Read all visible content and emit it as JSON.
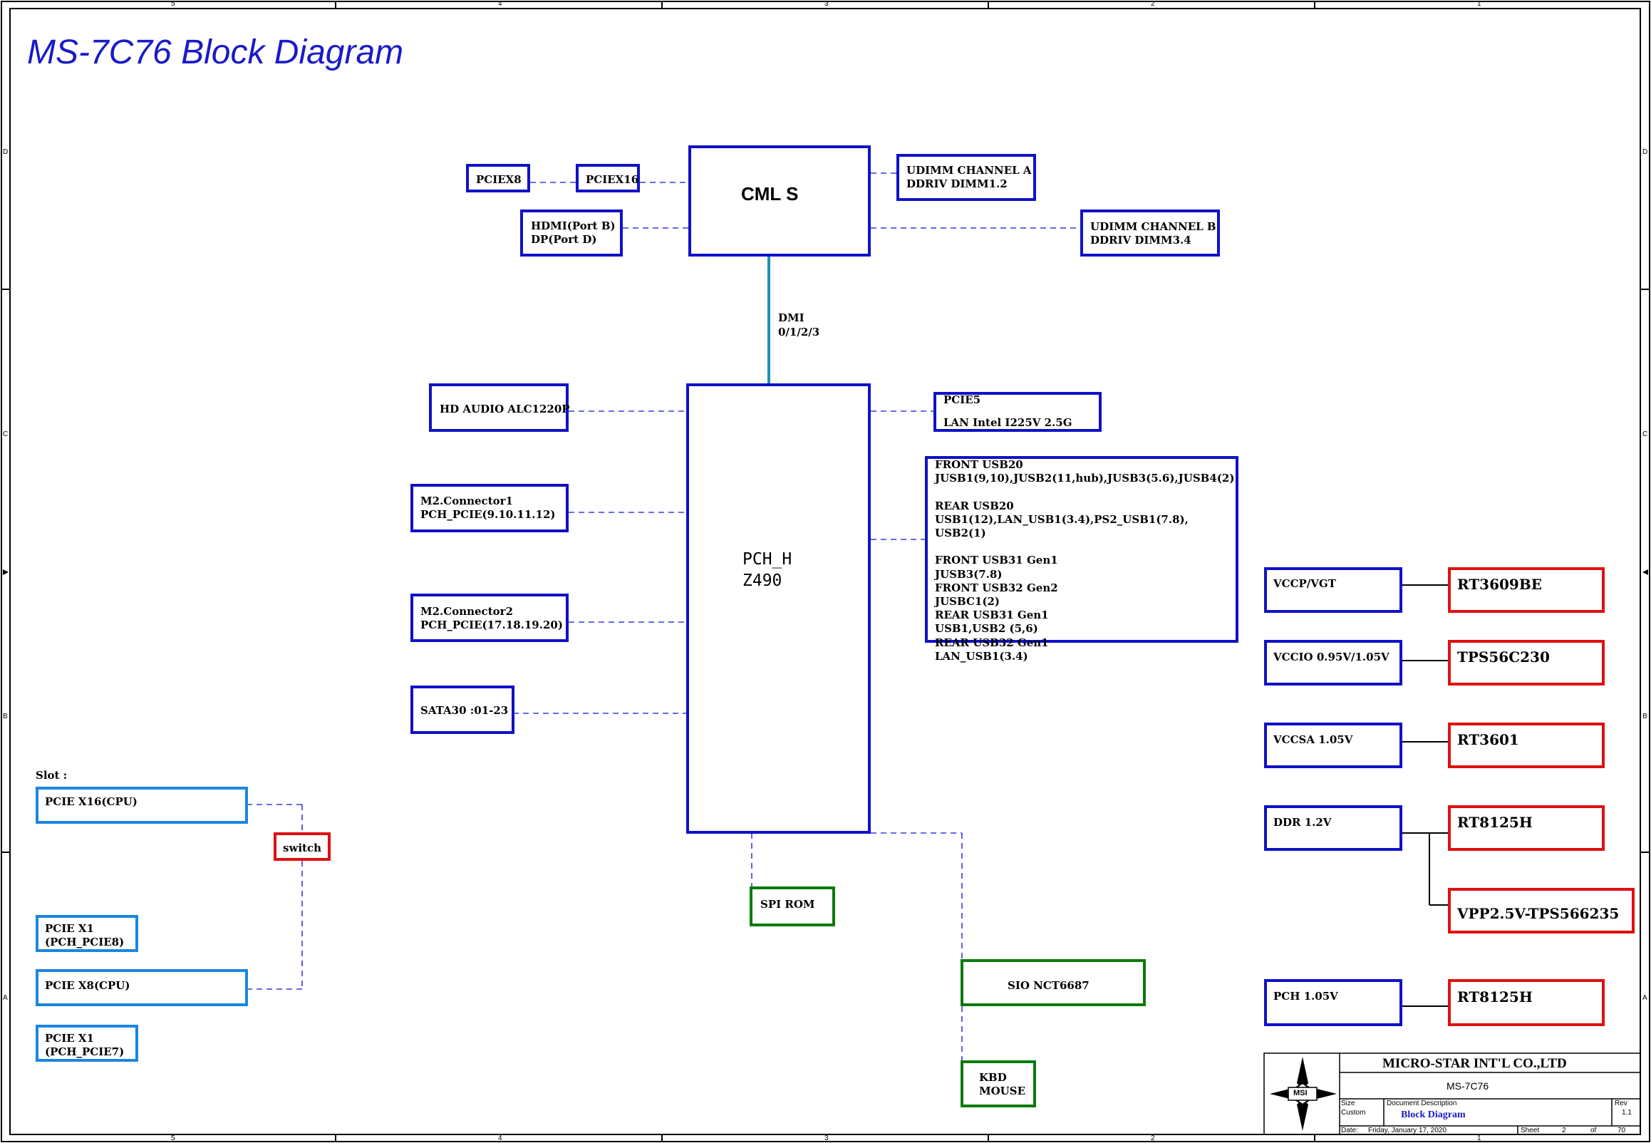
{
  "title": "MS-7C76 Block Diagram",
  "border_marks": {
    "columns": [
      "5",
      "4",
      "3",
      "2",
      "1"
    ],
    "rows": [
      "D",
      "C",
      "B",
      "A"
    ]
  },
  "cpu": {
    "label": "CML S"
  },
  "pch": {
    "label": "PCH_H\nZ490"
  },
  "dmi": {
    "label": "DMI\n0/1/2/3"
  },
  "cpu_left": {
    "pciex8": "PCIEX8",
    "pciex16": "PCIEX16",
    "hdmi_dp": "HDMI(Port B)\nDP(Port D)"
  },
  "memory": {
    "channel_a": "UDIMM CHANNEL A\nDDRIV DIMM1.2",
    "channel_b": "UDIMM CHANNEL B\nDDRIV DIMM3.4"
  },
  "pch_left": {
    "hd_audio": "HD AUDIO ALC1220P",
    "m2_1": "M2.Connector1\nPCH_PCIE(9.10.11.12)",
    "m2_2": "M2.Connector2\nPCH_PCIE(17.18.19.20)",
    "sata": "SATA30 :01-23"
  },
  "pch_right": {
    "lan": "PCIE5\n\nLAN Intel I225V 2.5G",
    "usb": "FRONT USB20\nJUSB1(9,10),JUSB2(11,hub),JUSB3(5.6),JUSB4(2)\n\nREAR USB20\nUSB1(12),LAN_USB1(3.4),PS2_USB1(7.8),\nUSB2(1)\n\nFRONT USB31 Gen1\nJUSB3(7.8)\nFRONT USB32 Gen2\nJUSBC1(2)\nREAR USB31 Gen1\nUSB1,USB2 (5,6)\nREAR USB32 Gen1\nLAN_USB1(3.4)"
  },
  "pch_bottom": {
    "spi_rom": "SPI ROM",
    "sio": "SIO NCT6687",
    "kbd": "KBD\nMOUSE"
  },
  "slots": {
    "header": "Slot :",
    "pcie_x16_cpu": "PCIE X16(CPU)",
    "switch": "switch",
    "pcie_x1_8": "PCIE X1\n(PCH_PCIE8)",
    "pcie_x8_cpu": "PCIE X8(CPU)",
    "pcie_x1_7": "PCIE X1\n(PCH_PCIE7)"
  },
  "power": [
    {
      "rail": "VCCP/VGT",
      "reg": "RT3609BE"
    },
    {
      "rail": "VCCIO 0.95V/1.05V",
      "reg": "TPS56C230"
    },
    {
      "rail": "VCCSA 1.05V",
      "reg": "RT3601"
    },
    {
      "rail": "DDR 1.2V",
      "reg": "RT8125H"
    },
    {
      "rail": "",
      "reg": "VPP2.5V-TPS566235"
    },
    {
      "rail": "PCH 1.05V",
      "reg": "RT8125H"
    }
  ],
  "title_block": {
    "company": "MICRO-STAR INT'L CO.,LTD",
    "model": "MS-7C76",
    "logo": "MSI",
    "size_label": "Size",
    "size_value": "Custom",
    "doc_desc_label": "Document Description",
    "doc_desc_value": "Block Diagram",
    "rev_label": "Rev",
    "rev_value": "1.1",
    "date_label": "Date:",
    "date_value": "Friday, January 17, 2020",
    "sheet_label": "Sheet",
    "sheet_value": "2",
    "of_label": "of",
    "of_value": "70"
  },
  "colors": {
    "box_blue": "#1010c8",
    "slot_blue": "#1a86e0",
    "regulator_red": "#e01010",
    "io_green": "#0a7a0a",
    "dmi_teal": "#1e90b4",
    "title_blue": "#1a1ac8"
  }
}
